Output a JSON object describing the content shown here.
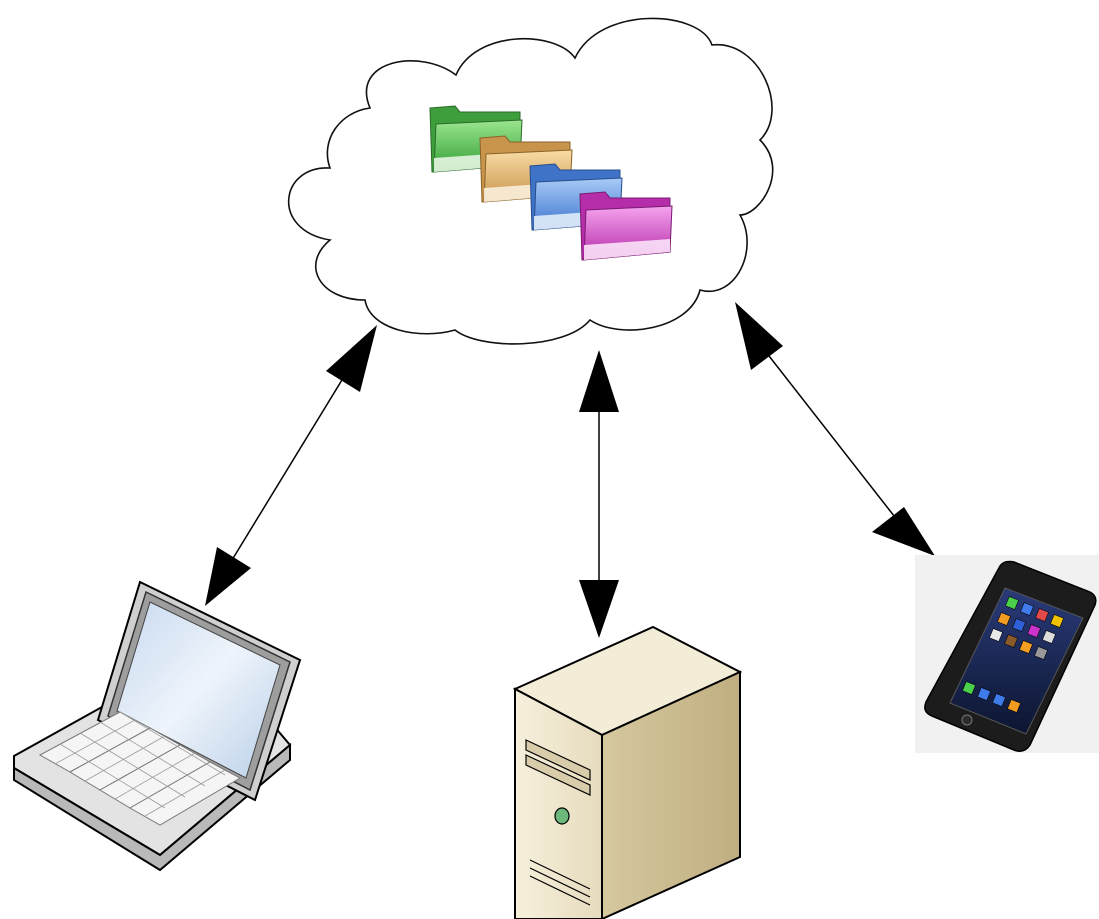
{
  "diagram": {
    "type": "cloud-sync",
    "hub": {
      "icon": "cloud-icon",
      "contents": [
        "green-folder-icon",
        "tan-folder-icon",
        "blue-folder-icon",
        "magenta-folder-icon"
      ]
    },
    "devices": [
      {
        "icon": "laptop-icon",
        "link": "bidirectional"
      },
      {
        "icon": "server-tower-icon",
        "link": "bidirectional"
      },
      {
        "icon": "smartphone-icon",
        "link": "bidirectional"
      }
    ],
    "colors": {
      "folder_green": "#5cc35a",
      "folder_tan": "#e2b46c",
      "folder_blue": "#5c94e0",
      "folder_magenta": "#d355c9",
      "server_beige": "#efe7cf",
      "laptop_screen": "#dde8f5",
      "phone_body": "#1c1c1c",
      "line": "#000000"
    }
  }
}
